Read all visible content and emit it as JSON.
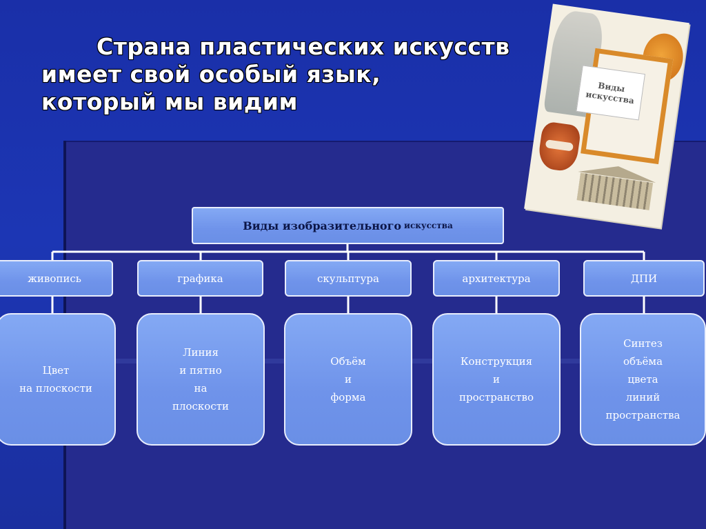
{
  "title": {
    "line1": "Страна пластических искусств",
    "line2": "имеет свой особый язык,",
    "line3": "который мы видим"
  },
  "book_cover": {
    "line1": "Виды",
    "line2": "искусства"
  },
  "diagram": {
    "root_main": "Виды изобразительного",
    "root_small": "искусства",
    "categories": [
      {
        "label": "живопись",
        "description": [
          "Цвет",
          "на плоскости"
        ]
      },
      {
        "label": "графика",
        "description": [
          "Линия",
          "и пятно",
          "на",
          "плоскости"
        ]
      },
      {
        "label": "скульптура",
        "description": [
          "Объём",
          "и",
          "форма"
        ]
      },
      {
        "label": "архитектура",
        "description": [
          "Конструкция",
          "и",
          "пространство"
        ]
      },
      {
        "label": "ДПИ",
        "description": [
          "Синтез",
          "объёма",
          "цвета",
          "линий",
          "пространства"
        ]
      }
    ]
  }
}
